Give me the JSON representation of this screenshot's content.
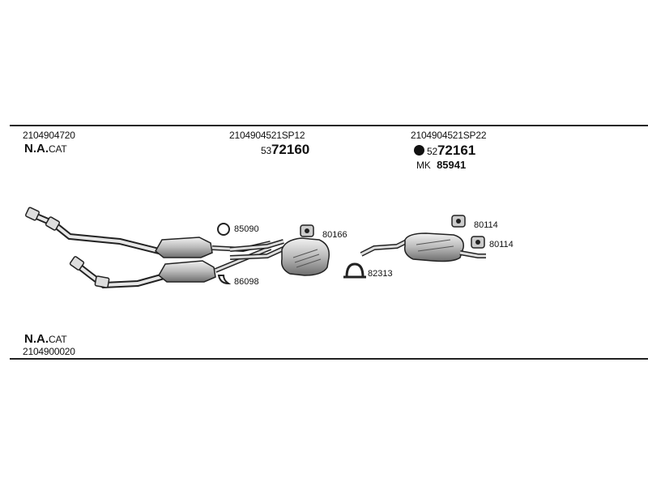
{
  "header": {
    "col1": {
      "part": "2104904720",
      "cat_prefix": "N.A.",
      "cat_suffix": "CAT"
    },
    "col2": {
      "part": "2104904521SP12",
      "num_prefix": "53",
      "num_main": "72160"
    },
    "col3": {
      "part": "2104904521SP22",
      "num_prefix": "52",
      "num_main": "72161",
      "kit_prefix": "MK",
      "kit_number": "85941"
    }
  },
  "labels": {
    "ring_top": "85090",
    "ring_bottom": "86098",
    "hanger_center": "80166",
    "clamp": "82313",
    "hanger_right_top": "80114",
    "hanger_right_bottom": "80114"
  },
  "footer": {
    "cat_prefix": "N.A.",
    "cat_suffix": "CAT",
    "part": "2104900020"
  }
}
